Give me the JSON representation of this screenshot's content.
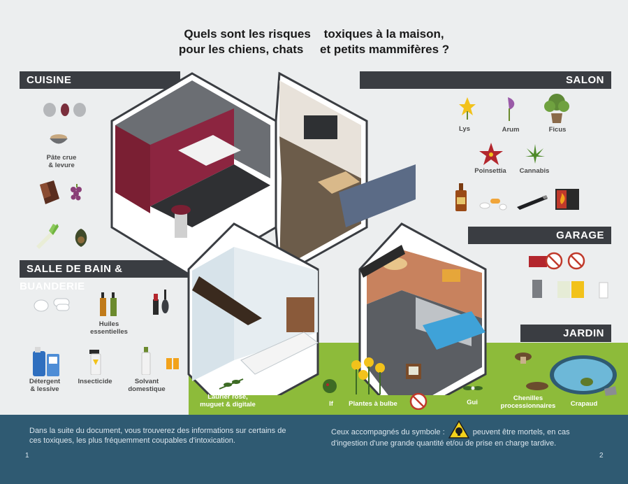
{
  "title": {
    "line1": "Quels sont les risques    toxiques à la maison,",
    "line2": "pour les chiens, chats     et petits mammifères ?"
  },
  "sections": {
    "cuisine": "CUISINE",
    "salon": "SALON",
    "salle_de_bain": "SALLE DE BAIN & BUANDERIE",
    "garage": "GARAGE",
    "jardin": "JARDIN"
  },
  "labels": {
    "pate": "Pâte crue\n& levure",
    "lys": "Lys",
    "arum": "Arum",
    "ficus": "Ficus",
    "poinsettia": "Poinsettia",
    "cannabis": "Cannabis",
    "huiles": "Huiles\nessentielles",
    "detergent": "Détergent\n& lessive",
    "insecticide": "Insecticide",
    "solvant": "Solvant\ndomestique",
    "laurier": "Laurier rose,\nmuguet & digitale",
    "if": "If",
    "plantes_bulbe": "Plantes à bulbe",
    "gui": "Gui",
    "chenilles": "Chenilles\nprocessionnaires",
    "crapaud": "Crapaud"
  },
  "footer": {
    "left": "Dans la suite du document, vous trouverez des informations sur certains de ces toxiques, les plus fréquemment coupables d'intoxication.",
    "right_a": "Ceux accompagnés du symbole :",
    "right_b": "peuvent être mortels, en cas d'ingestion d'une grande quantité et/ou de prise en charge tardive.",
    "page_left": "1",
    "page_right": "2"
  },
  "colors": {
    "bar": "#3a3d42",
    "footer": "#2f5a72",
    "garden": "#8dbb3a",
    "kitchen": "#7a1f33"
  }
}
